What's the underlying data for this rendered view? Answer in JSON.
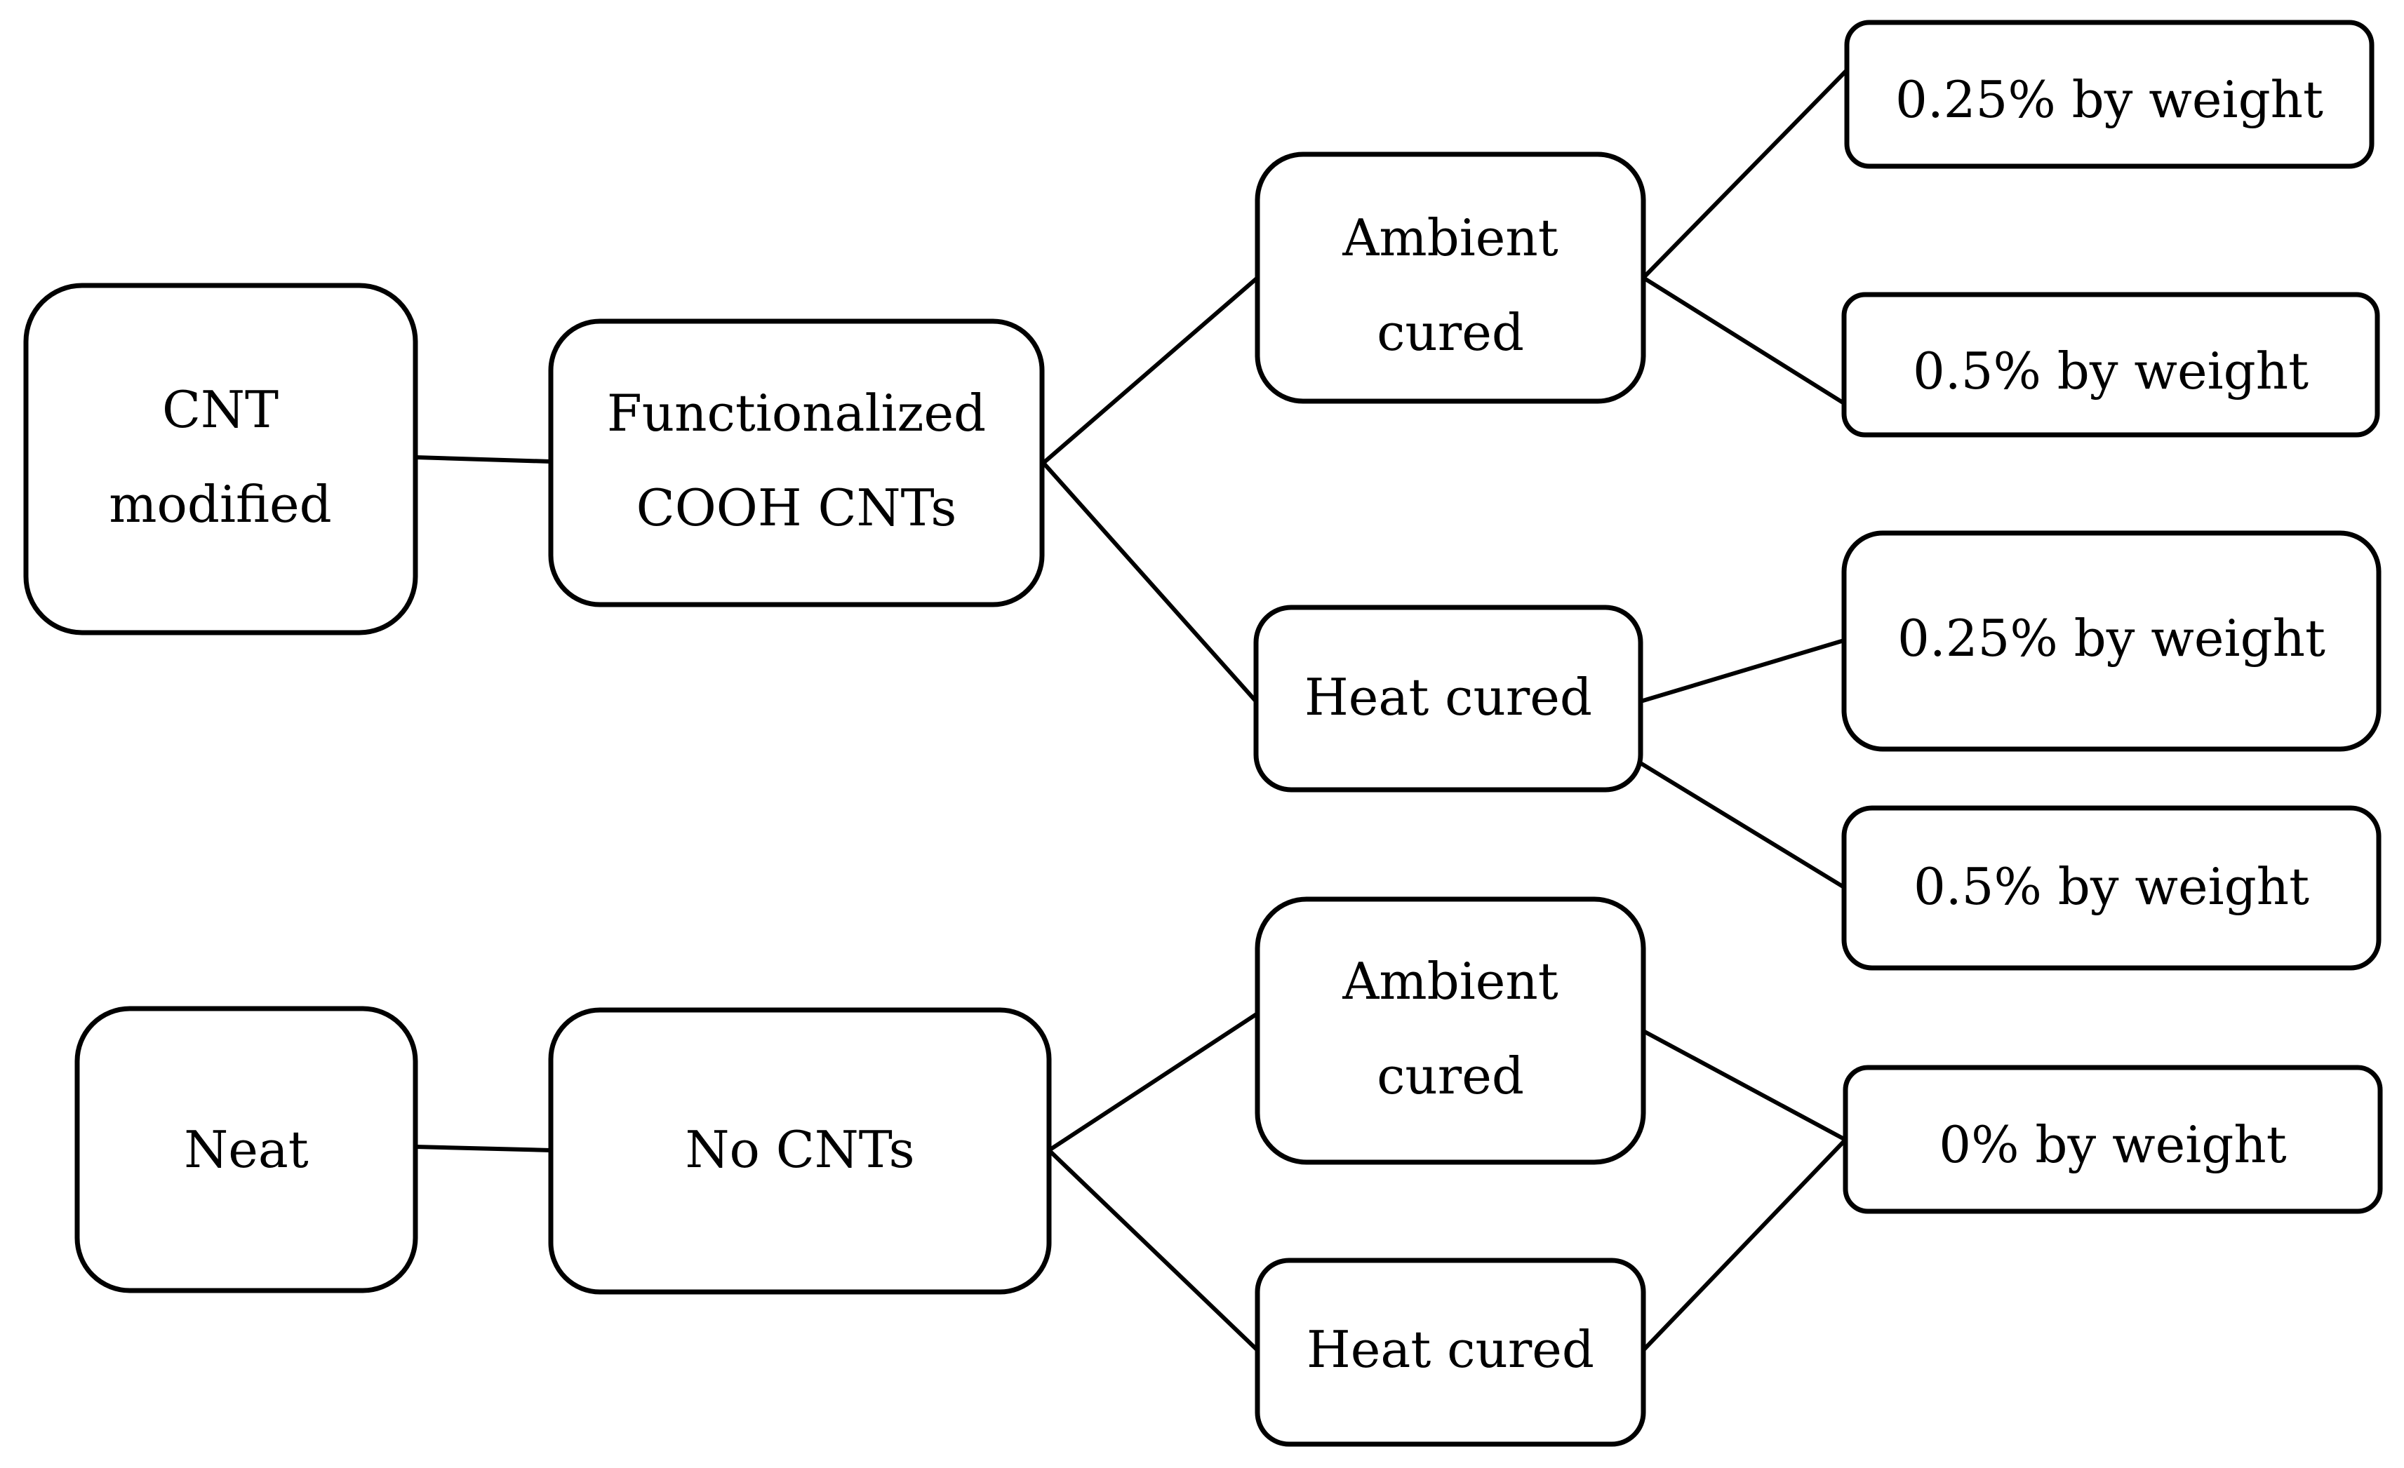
{
  "diagram": {
    "nodes": {
      "cnt_modified": [
        "CNT",
        "modified"
      ],
      "functionalized": [
        "Functionalized",
        "COOH CNTs"
      ],
      "ambient_cured_top": [
        "Ambient",
        "cured"
      ],
      "heat_cured_top": [
        "Heat cured"
      ],
      "w025_a": [
        "0.25% by weight"
      ],
      "w05_a": [
        "0.5% by weight"
      ],
      "w025_b": [
        "0.25% by weight"
      ],
      "w05_b": [
        "0.5% by weight"
      ],
      "neat": [
        "Neat"
      ],
      "no_cnts": [
        "No CNTs"
      ],
      "ambient_cured_bottom": [
        "Ambient",
        "cured"
      ],
      "heat_cured_bottom": [
        "Heat cured"
      ],
      "w0": [
        "0% by weight"
      ]
    }
  }
}
